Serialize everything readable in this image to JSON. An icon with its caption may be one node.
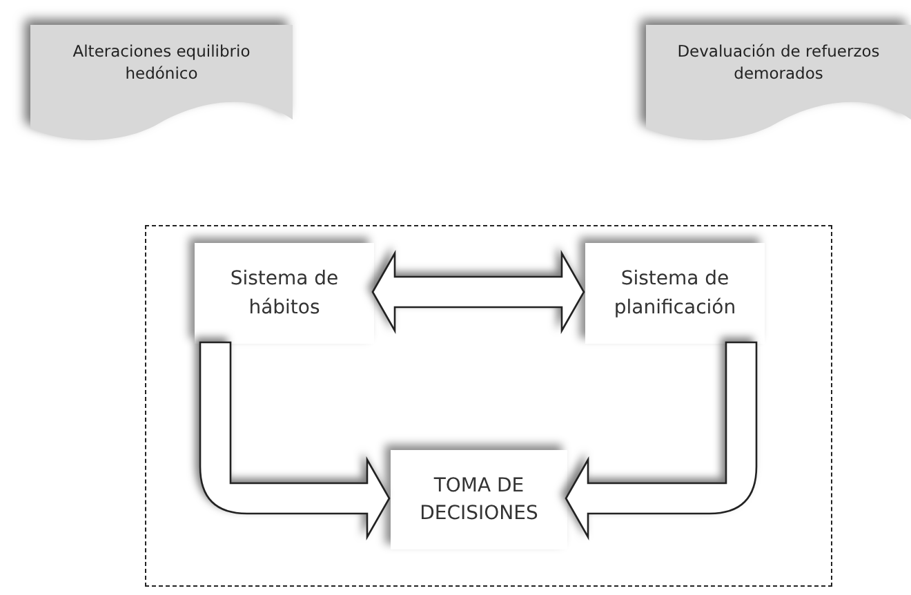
{
  "diagram": {
    "nodes": [
      {
        "text": [
          "Alteraciones equilibrio hedónico"
        ]
      },
      {
        "text": [
          "Devaluación de refuerzos demorados"
        ]
      },
      {
        "text": [],
        "shape": "box"
      },
      {
        "text": [
          "Sistema de hábitos"
        ],
        "in": 2
      },
      {
        "text": [
          "Sistema de planificación"
        ],
        "in": 2
      },
      {
        "text": [
          "TOMA DE DECISIONES"
        ],
        "in": 2
      }
    ],
    "edges": [
      {
        "from": 3,
        "to": 4,
        "arrow": "both"
      },
      {
        "from": 3,
        "to": 5,
        "arrow": "to"
      },
      {
        "from": 4,
        "to": 5,
        "arrow": "to"
      }
    ]
  }
}
